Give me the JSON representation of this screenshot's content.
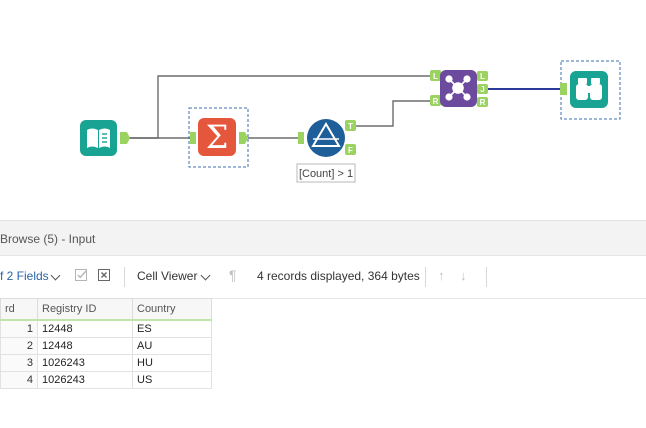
{
  "canvas": {
    "filter_annotation": "[Count] > 1",
    "anchors": {
      "filter_true": "T",
      "filter_false": "F",
      "join_left_in": "L",
      "join_right_in": "R",
      "join_left_out": "L",
      "join_joined_out": "J",
      "join_right_out": "R"
    },
    "colors": {
      "input": "#19a392",
      "summarize": "#e5573d",
      "filter": "#1f5f99",
      "join": "#6c4a9e",
      "browse": "#19a392",
      "anchor": "#9bd361",
      "connection": "#6d6d6d",
      "selected_connection": "#2c3a9c"
    },
    "tools": [
      "book-icon",
      "sigma-icon",
      "filter-icon",
      "join-icon",
      "binoculars-icon"
    ]
  },
  "panel": {
    "title": "Browse (5) - Input"
  },
  "toolbar": {
    "fields_label": "f 2 Fields",
    "viewer_label": "Cell Viewer",
    "records_info": "4 records displayed, 364 bytes"
  },
  "table": {
    "headers": [
      "rd",
      "Registry ID",
      "Country"
    ],
    "rows": [
      {
        "n": "1",
        "id": "12448",
        "country": "ES"
      },
      {
        "n": "2",
        "id": "12448",
        "country": "AU"
      },
      {
        "n": "3",
        "id": "1026243",
        "country": "HU"
      },
      {
        "n": "4",
        "id": "1026243",
        "country": "US"
      }
    ]
  }
}
